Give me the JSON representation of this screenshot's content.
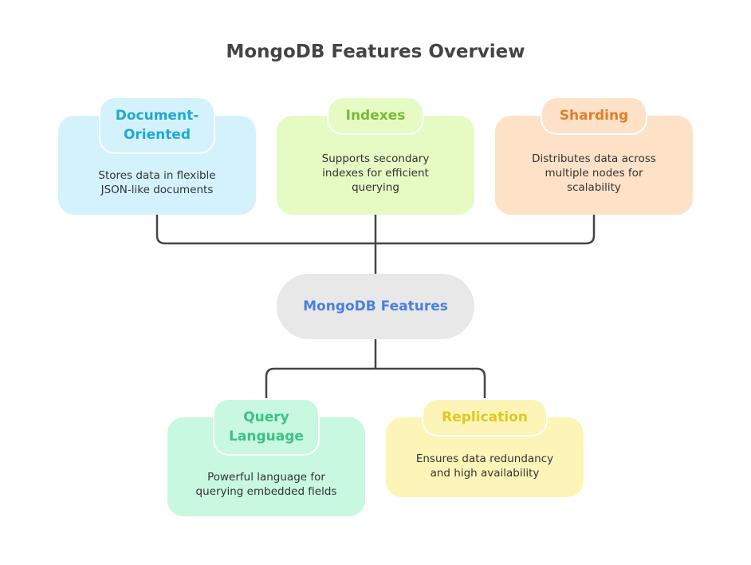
{
  "title": "MongoDB Features Overview",
  "center": {
    "label": "MongoDB Features"
  },
  "features": [
    {
      "id": "document-oriented",
      "title": "Document-\nOriented",
      "title_lines": [
        "Document-",
        "Oriented"
      ],
      "description_lines": [
        "Stores data in flexible",
        "JSON-like documents"
      ],
      "bg": "#d4f2fc",
      "title_color": "#1fa8d6"
    },
    {
      "id": "indexes",
      "title_lines": [
        "Indexes"
      ],
      "description_lines": [
        "Supports secondary",
        "indexes for efficient",
        "querying"
      ],
      "bg": "#e6fbc3",
      "title_color": "#7ab83a"
    },
    {
      "id": "sharding",
      "title_lines": [
        "Sharding"
      ],
      "description_lines": [
        "Distributes data across",
        "multiple nodes for",
        "scalability"
      ],
      "bg": "#fde2c8",
      "title_color": "#e07e2c"
    },
    {
      "id": "query-language",
      "title_lines": [
        "Query",
        "Language"
      ],
      "description_lines": [
        "Powerful language for",
        "querying embedded fields"
      ],
      "bg": "#c8f8e0",
      "title_color": "#3cc184"
    },
    {
      "id": "replication",
      "title_lines": [
        "Replication"
      ],
      "description_lines": [
        "Ensures data redundancy",
        "and high availability"
      ],
      "bg": "#fdf5b8",
      "title_color": "#e0c81e"
    }
  ],
  "colors": {
    "connector": "#444444",
    "center_bg": "#e8e8e8",
    "center_text": "#4a80e0",
    "title_text": "#444444"
  }
}
